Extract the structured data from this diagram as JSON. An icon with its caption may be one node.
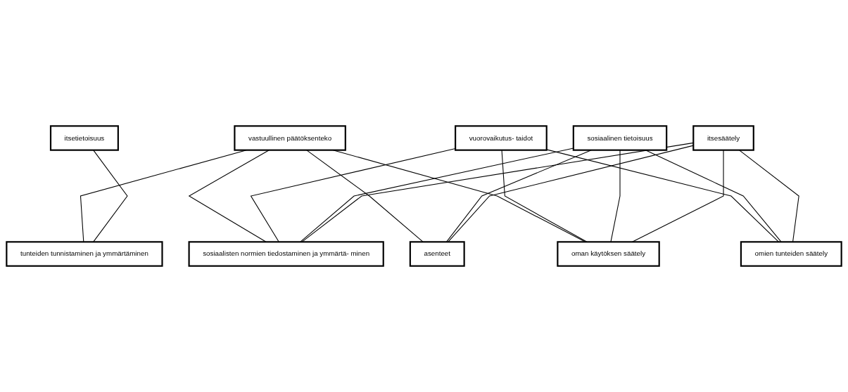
{
  "diagram": {
    "nodes": [
      {
        "text": [
          "itsetietoisuus"
        ]
      },
      {
        "text": [
          "itsesäätely"
        ]
      },
      {
        "text": [
          "sosiaalinen tietoisuus"
        ]
      },
      {
        "text": [
          "vuorovaikutus- taidot"
        ]
      },
      {
        "text": [
          "vastuullinen päätöksenteko"
        ]
      },
      {
        "text": [
          "tunteiden tunnistaminen ja ymmärtäminen"
        ]
      },
      {
        "text": [
          "sosiaalisten normien tiedostaminen ja ymmärtä- minen"
        ]
      },
      {
        "text": [
          "omien tunteiden säätely"
        ]
      },
      {
        "text": [
          "oman käytöksen säätely"
        ]
      },
      {
        "text": [
          "asenteet"
        ]
      }
    ],
    "edges": [
      {
        "from": 0,
        "to": 5,
        "arrow": "none"
      },
      {
        "from": 1,
        "to": 6,
        "arrow": "none"
      },
      {
        "from": 1,
        "to": 7,
        "arrow": "none"
      },
      {
        "from": 1,
        "to": 8,
        "arrow": "none"
      },
      {
        "from": 1,
        "to": 9,
        "arrow": "none"
      },
      {
        "from": 2,
        "to": 6,
        "arrow": "none"
      },
      {
        "from": 2,
        "to": 7,
        "arrow": "none"
      },
      {
        "from": 2,
        "to": 8,
        "arrow": "none"
      },
      {
        "from": 2,
        "to": 9,
        "arrow": "none"
      },
      {
        "from": 3,
        "to": 6,
        "arrow": "none"
      },
      {
        "from": 3,
        "to": 7,
        "arrow": "none"
      },
      {
        "from": 3,
        "to": 8,
        "arrow": "none"
      },
      {
        "from": 4,
        "to": 5,
        "arrow": "none"
      },
      {
        "from": 4,
        "to": 6,
        "arrow": "none"
      },
      {
        "from": 4,
        "to": 8,
        "arrow": "none"
      },
      {
        "from": 4,
        "to": 9,
        "arrow": "none"
      }
    ]
  }
}
